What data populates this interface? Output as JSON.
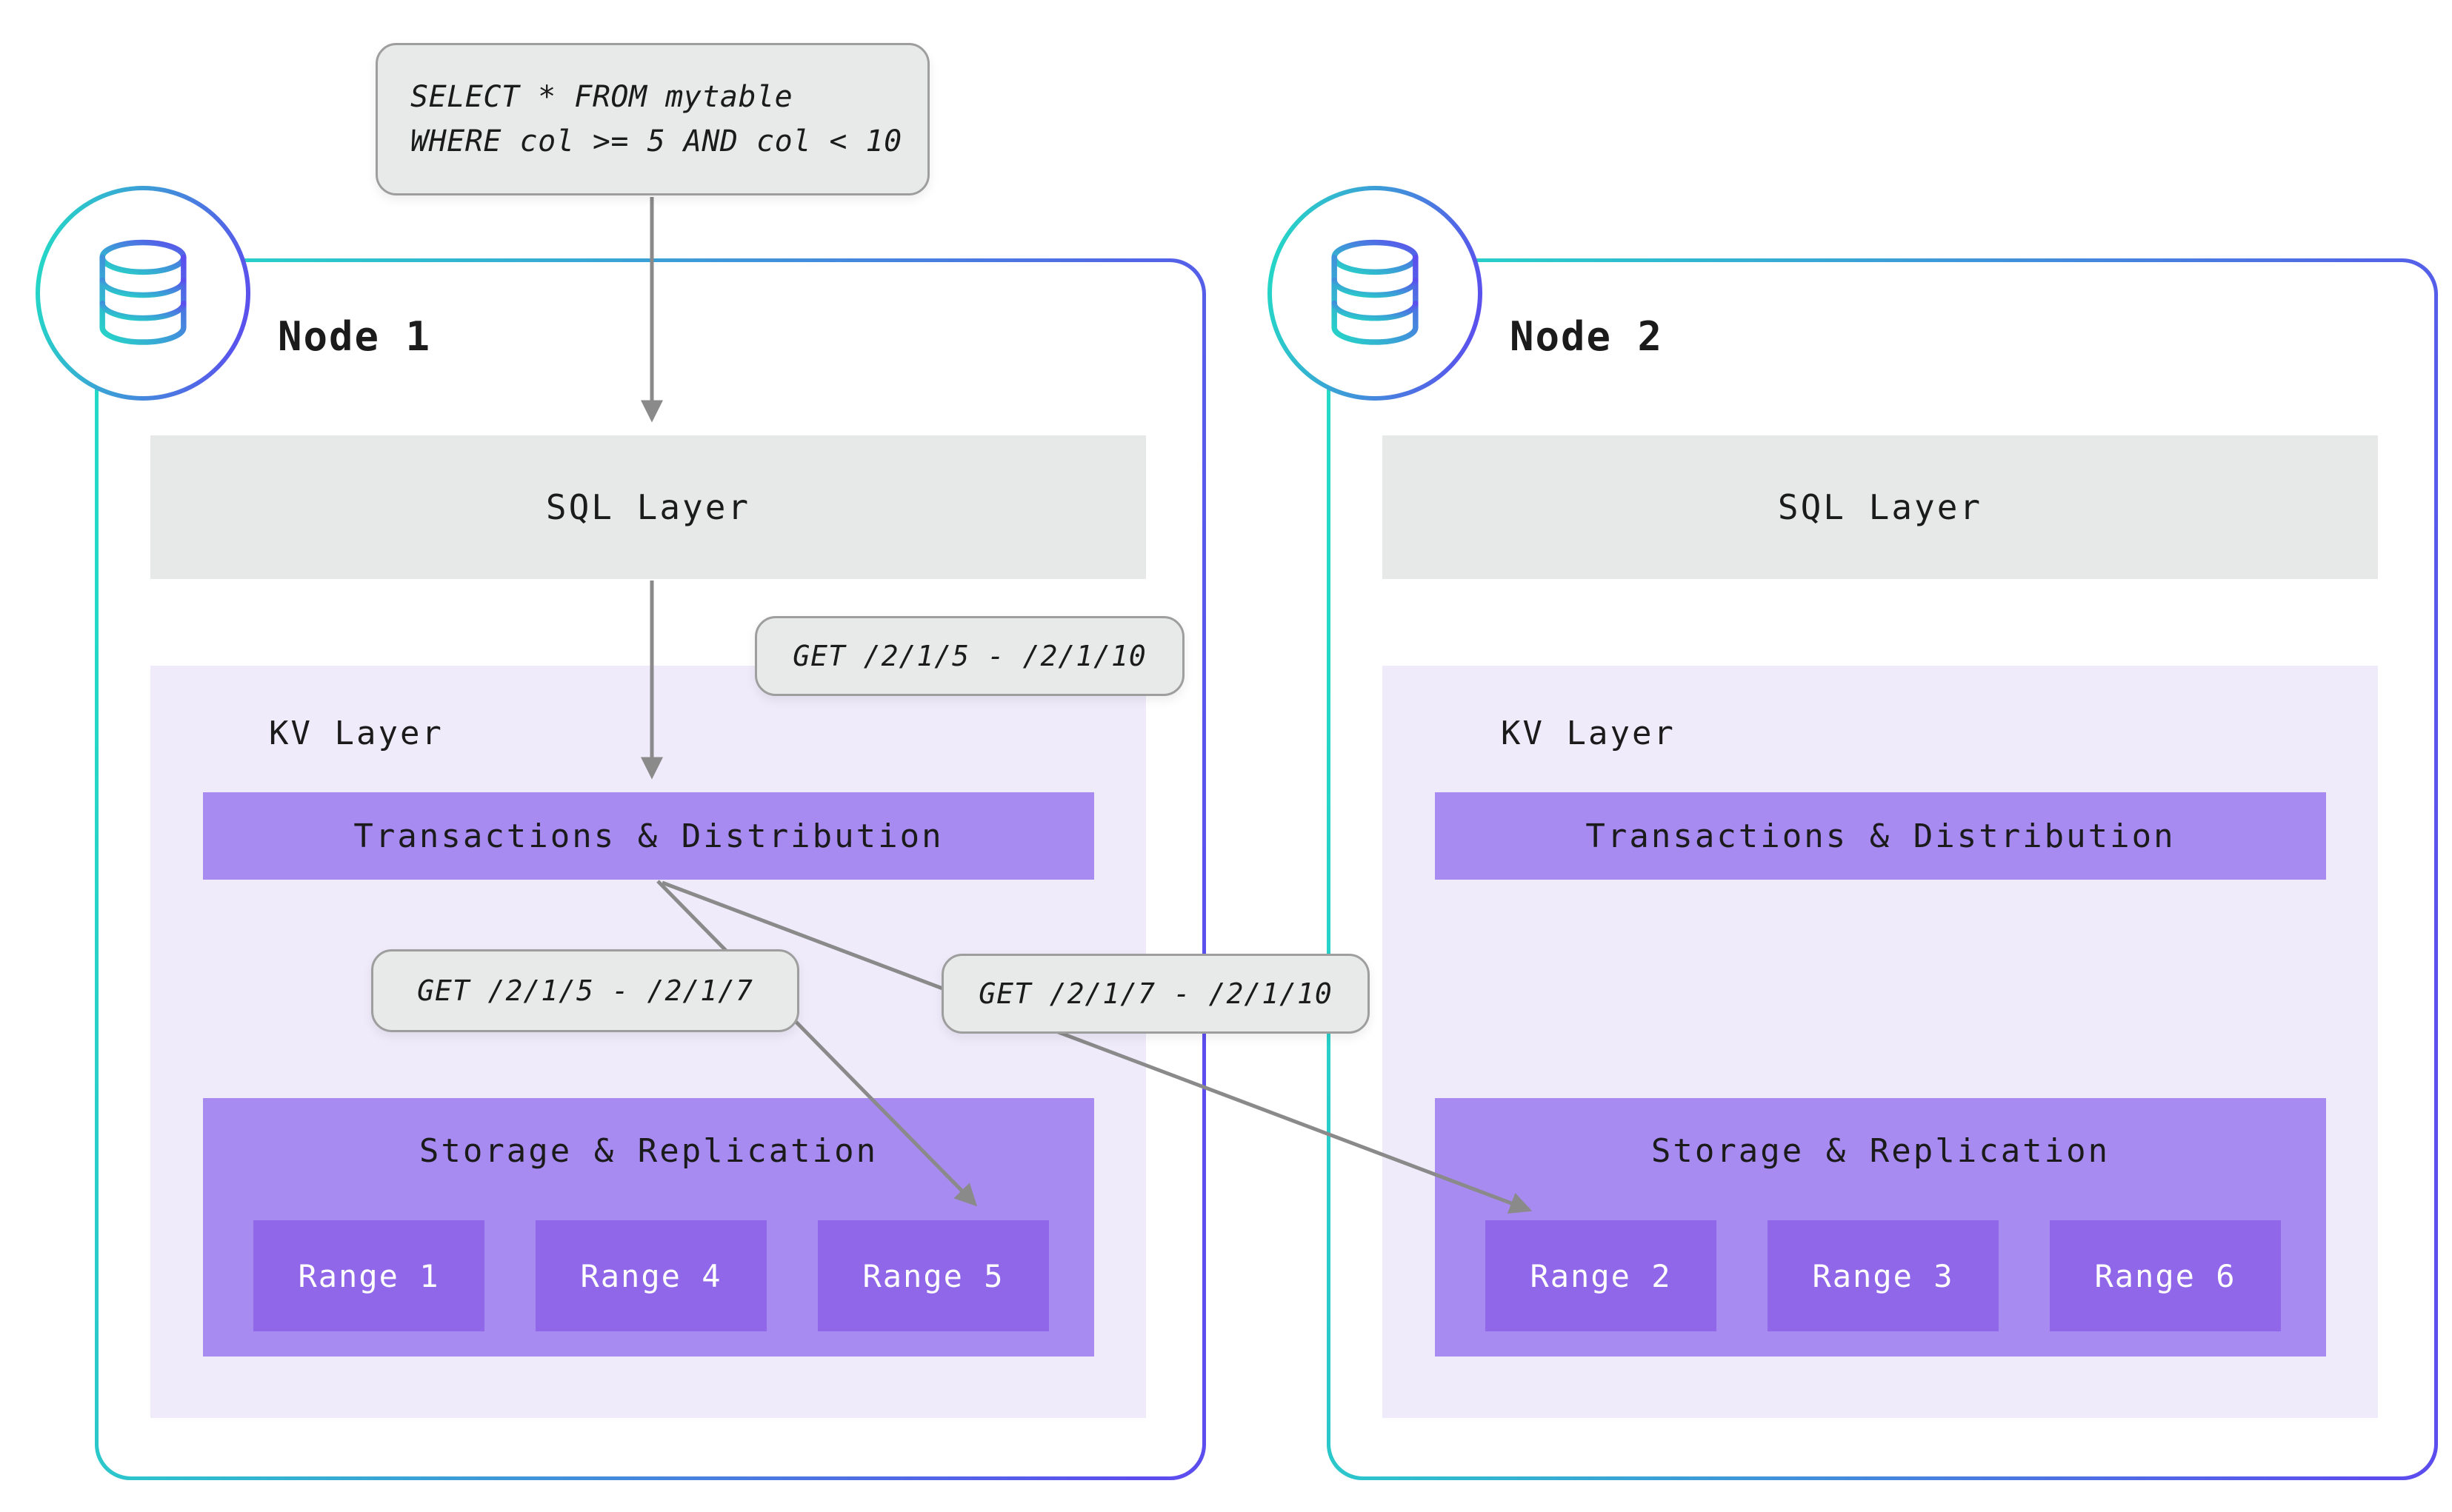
{
  "colors": {
    "teal": "#24D9C6",
    "indigo": "#5C4DEE",
    "kv_panel_purple": "#EFEBFB",
    "layer_purple": "#A78BF1",
    "range_purple": "#9067E8",
    "bubble_grey": "#E8E9E9",
    "arrow_grey": "#8A8A8A"
  },
  "query_box": {
    "line1": "SELECT * FROM mytable",
    "line2": "WHERE col >= 5 AND col < 10"
  },
  "annotations": {
    "get_full_range": "GET /2/1/5 - /2/1/10",
    "get_node1_range": "GET /2/1/5 - /2/1/7",
    "get_node2_range": "GET /2/1/7 - /2/1/10"
  },
  "nodes": [
    {
      "title": "Node 1",
      "sql_layer_label": "SQL Layer",
      "kv_layer_label": "KV Layer",
      "transactions_label": "Transactions & Distribution",
      "storage_label": "Storage & Replication",
      "ranges": [
        "Range 1",
        "Range 4",
        "Range 5"
      ]
    },
    {
      "title": "Node 2",
      "sql_layer_label": "SQL Layer",
      "kv_layer_label": "KV Layer",
      "transactions_label": "Transactions & Distribution",
      "storage_label": "Storage & Replication",
      "ranges": [
        "Range 2",
        "Range 3",
        "Range 6"
      ]
    }
  ]
}
